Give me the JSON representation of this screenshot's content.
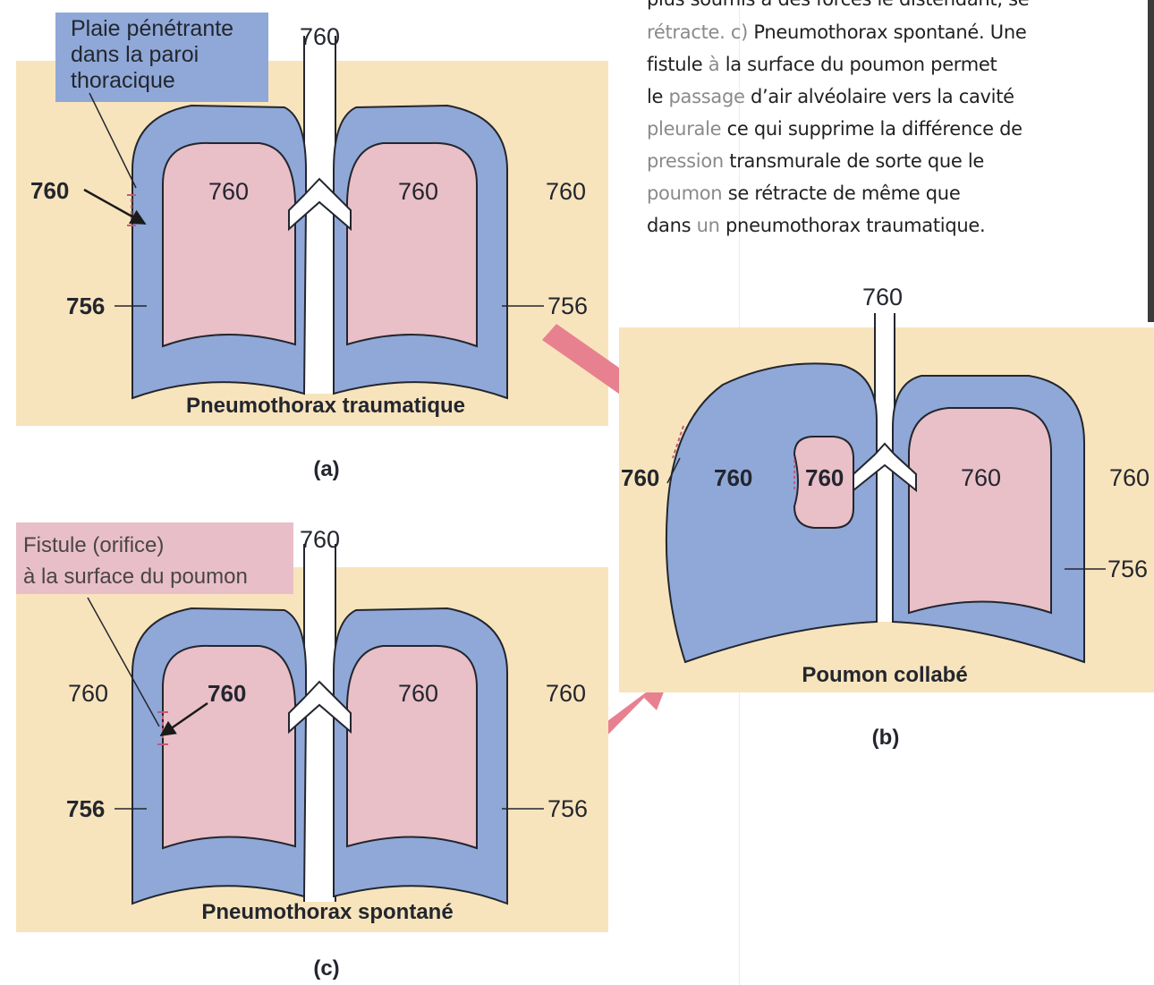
{
  "caption": {
    "line0": "plus soumis à des forces le distendant, se",
    "line1_a": "rétracte. c)",
    "line1_b": " Pneumothorax spontané. Une",
    "line2_a": "fistule ",
    "line2_b": "à",
    "line2_c": " la surface du poumon permet",
    "line3_a": "le ",
    "line3_b": "passage",
    "line3_c": " d’air alvéolaire vers la cavité",
    "line4_a": "pleurale",
    "line4_b": " ce qui supprime la différence de",
    "line5_a": "pression",
    "line5_b": " transmurale de sorte que le",
    "line6_a": "poumon",
    "line6_b": " se rétracte de même que",
    "line7_a": "dans ",
    "line7_b": "un",
    "line7_c": " pneumothorax traumatique."
  },
  "panel_a": {
    "label": "(a)",
    "title": "Pneumothorax traumatique",
    "callout": [
      "Plaie pénétrante",
      "dans la paroi",
      "thoracique"
    ],
    "trachea_pressure": "760",
    "left_lung": "760",
    "right_lung": "760",
    "outside": "760",
    "wound_pressure": "760",
    "left_pleural": "756",
    "right_pleural": "756"
  },
  "panel_b": {
    "label": "(b)",
    "title": "Poumon collabé",
    "trachea_pressure": "760",
    "outside_left": "760",
    "left_cavity": "760",
    "collapsed_lung": "760",
    "right_lung": "760",
    "outside_right": "760",
    "right_pleural": "756"
  },
  "panel_c": {
    "label": "(c)",
    "title": "Pneumothorax spontané",
    "callout": [
      "Fistule (orifice)",
      "à la surface du poumon"
    ],
    "trachea_pressure": "760",
    "outside_left": "760",
    "left_lung": "760",
    "right_lung": "760",
    "outside_right": "760",
    "left_pleural": "756",
    "right_pleural": "756"
  },
  "colors": {
    "background_panel": "#f8e4bc",
    "pleura_blue": "#8fa8d8",
    "lung_pink": "#e9bfc8",
    "callout_pink": "#e8bfc8",
    "arrow_pink": "#e8818f",
    "outline": "#23262e"
  }
}
